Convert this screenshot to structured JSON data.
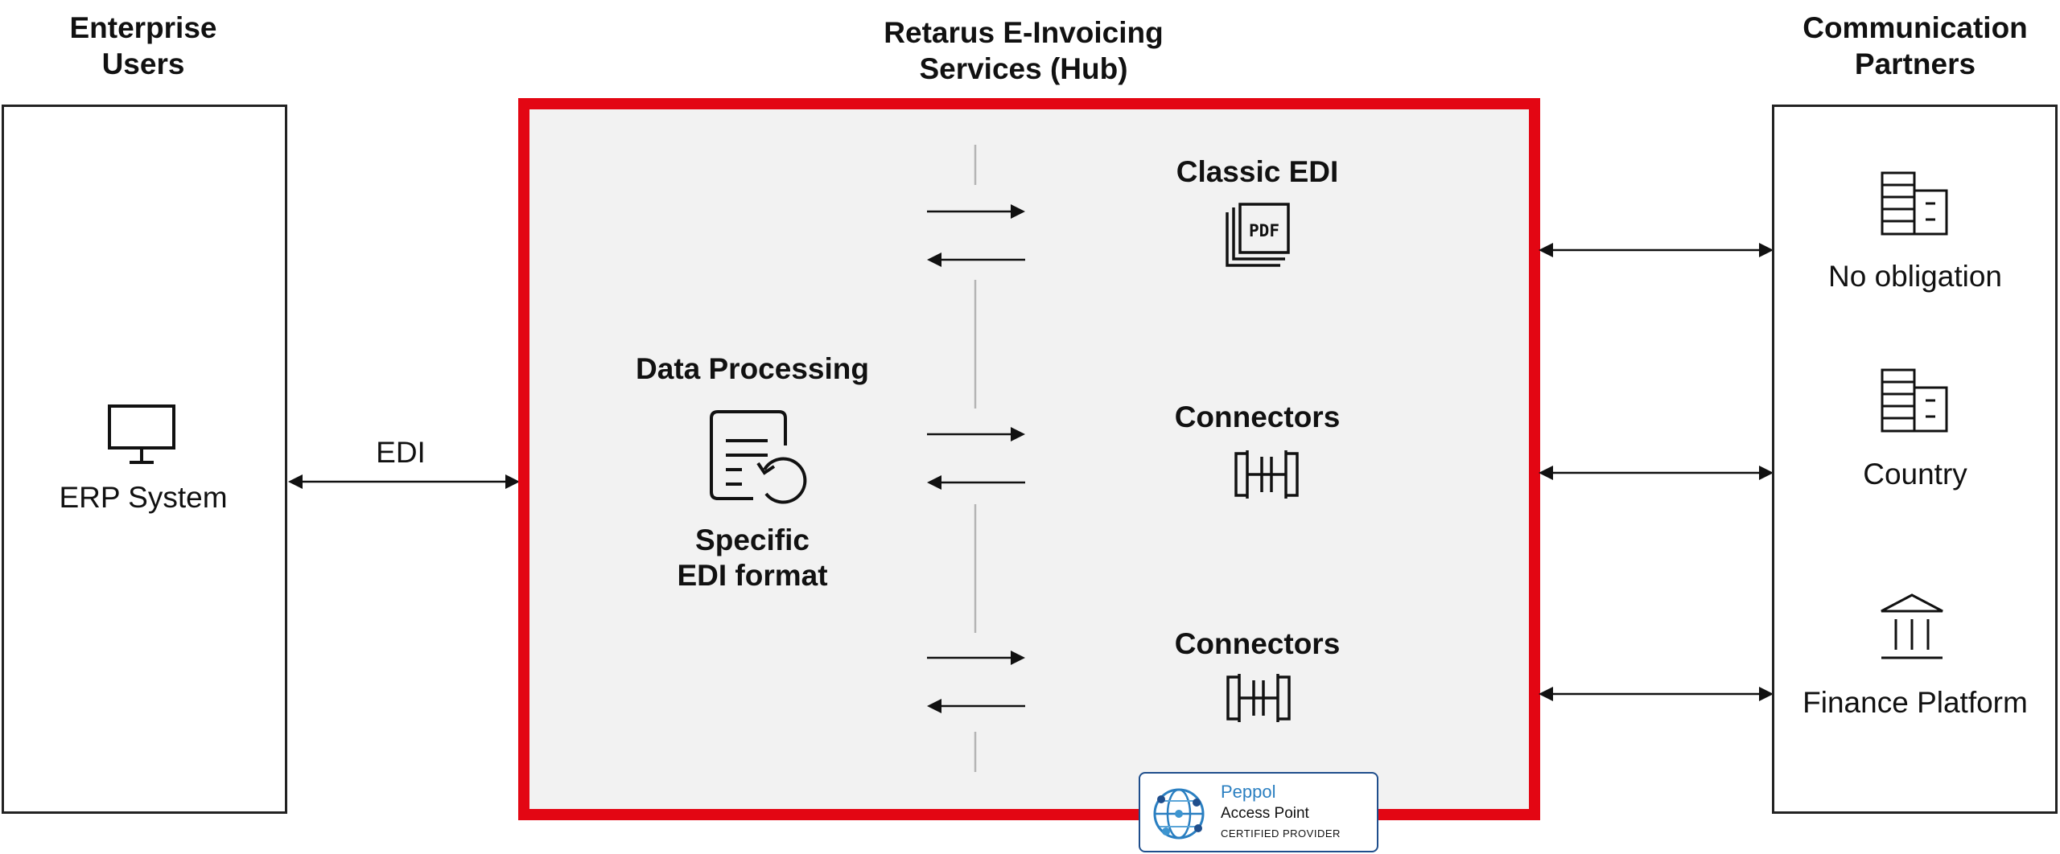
{
  "columns": {
    "enterprise": {
      "title": "Enterprise\nUsers"
    },
    "hub": {
      "title": "Retarus E-Invoicing\nServices (Hub)"
    },
    "partners": {
      "title": "Communication\nPartners"
    }
  },
  "enterprise": {
    "system_label": "ERP System",
    "system_icon": "monitor-icon"
  },
  "link": {
    "label": "EDI"
  },
  "hub": {
    "processing_title": "Data Processing",
    "processing_icon": "document-refresh-icon",
    "format_label": "Specific\nEDI format",
    "channels": [
      {
        "label": "Classic EDI",
        "icon": "pdf-stack-icon"
      },
      {
        "label": "Connectors",
        "icon": "connector-icon"
      },
      {
        "label": "Connectors",
        "icon": "connector-icon"
      }
    ]
  },
  "partners": {
    "items": [
      {
        "label": "No obligation",
        "icon": "buildings-icon"
      },
      {
        "label": "Country",
        "icon": "buildings-icon"
      },
      {
        "label": "Finance Platform",
        "icon": "bank-icon"
      }
    ]
  },
  "badge": {
    "brand": "Peppol",
    "title": "Access Point",
    "subtitle": "CERTIFIED PROVIDER"
  },
  "colors": {
    "hub_border": "#e30613",
    "hub_fill": "#f2f2f2",
    "badge_blue": "#1f4e8c"
  }
}
